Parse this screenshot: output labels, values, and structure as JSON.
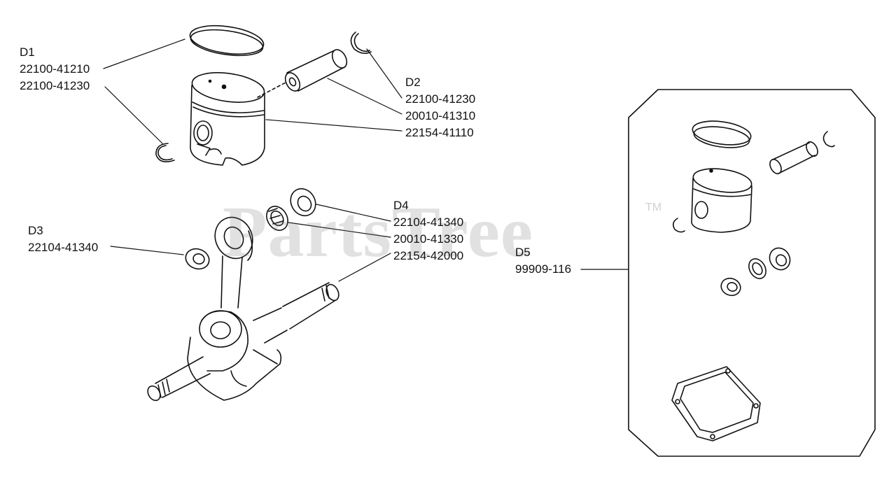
{
  "watermark": {
    "text": "PartsTree",
    "tm": "TM"
  },
  "callouts": {
    "d1": {
      "ref": "D1",
      "parts": [
        "22100-41210",
        "22100-41230"
      ]
    },
    "d2": {
      "ref": "D2",
      "parts": [
        "22100-41230",
        "20010-41310",
        "22154-41110"
      ]
    },
    "d3": {
      "ref": "D3",
      "parts": [
        "22104-41340"
      ]
    },
    "d4": {
      "ref": "D4",
      "parts": [
        "22104-41340",
        "20010-41330",
        "22154-42000"
      ]
    },
    "d5": {
      "ref": "D5",
      "parts": [
        "99909-116"
      ]
    }
  },
  "colors": {
    "line": "#111111",
    "watermark": "#bdbdbd",
    "background": "#ffffff"
  }
}
